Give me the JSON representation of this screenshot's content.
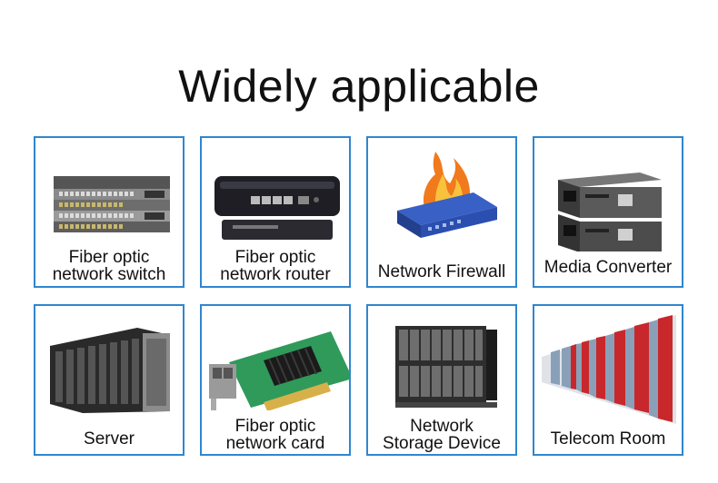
{
  "title": "Widely applicable",
  "cards": [
    {
      "icon": "network-switch-icon",
      "lines": [
        "Fiber optic",
        "network switch"
      ]
    },
    {
      "icon": "network-router-icon",
      "lines": [
        "Fiber optic",
        "network router"
      ]
    },
    {
      "icon": "firewall-icon",
      "lines": [
        "Network Firewall"
      ]
    },
    {
      "icon": "media-converter-icon",
      "lines": [
        "Media Converter"
      ]
    },
    {
      "icon": "server-rack-icon",
      "lines": [
        "Server"
      ]
    },
    {
      "icon": "network-card-icon",
      "lines": [
        "Fiber optic",
        "network card"
      ]
    },
    {
      "icon": "storage-device-icon",
      "lines": [
        "Network",
        "Storage Device"
      ]
    },
    {
      "icon": "telecom-room-icon",
      "lines": [
        "Telecom Room"
      ]
    }
  ],
  "colors": {
    "border": "#2f86cf",
    "firewall_blue": "#2a4fb0",
    "flame": "#f07a1c",
    "pcb_green": "#2f9a5a",
    "rack_red": "#c8282b"
  }
}
